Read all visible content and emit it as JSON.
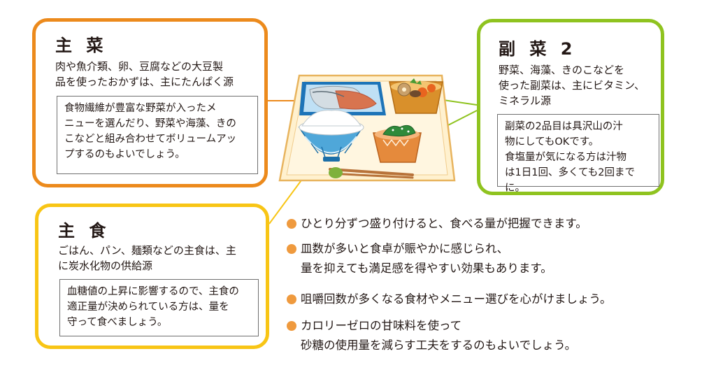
{
  "main_dish": {
    "title": "主 菜",
    "desc1": "肉や魚介類、卵、豆腐などの大豆製",
    "desc2": "品を使ったおかずは、主にたんぱく源",
    "note1": "食物繊維が豊富な野菜が入ったメ",
    "note2": "ニューを選んだり、野菜や海藻、きの",
    "note3": "こなどと組み合わせてボリュームアッ",
    "note4": "プするのもよいでしょう。",
    "color": "#ec8a1c"
  },
  "staple": {
    "title": "主 食",
    "desc1": "ごはん、パン、麺類などの主食は、主",
    "desc2": "に炭水化物の供給源",
    "note1": "血糖値の上昇に影響するので、主食の",
    "note2": "適正量が決められている方は、量を",
    "note3": "守って食べましょう。",
    "color": "#f8c515"
  },
  "side_dish2": {
    "title": "副 菜 2",
    "desc1": "野菜、海藻、きのこなどを",
    "desc2": "使った副菜は、主にビタミン、",
    "desc3": "ミネラル源",
    "note1": "副菜の2品目は具沢山の汁",
    "note2": "物にしてもOKです。",
    "note3": "食塩量が気になる方は汁物",
    "note4": "は1日1回、多くても2回までに。",
    "color": "#8fc31f"
  },
  "bullets": {
    "b1": "ひとり分ずつ盛り付けると、食べる量が把握できます。",
    "b2_1": "皿数が多いと食卓が賑やかに感じられ、",
    "b2_2": "量を抑えても満足感を得やすい効果もあります。",
    "b3": "咀嚼回数が多くなる食材やメニュー選びを心がけましょう。",
    "b4_1": "カロリーゼロの甘味料を使って",
    "b4_2": "砂糖の使用量を減らす工夫をするのもよいでしょう。",
    "dot_color": "#ef9a3e"
  },
  "illustration": {
    "icons": [
      "tray-icon",
      "fish-dish-icon",
      "simmered-dish-icon",
      "rice-bowl-icon",
      "greens-dish-icon",
      "chopsticks-icon"
    ]
  }
}
